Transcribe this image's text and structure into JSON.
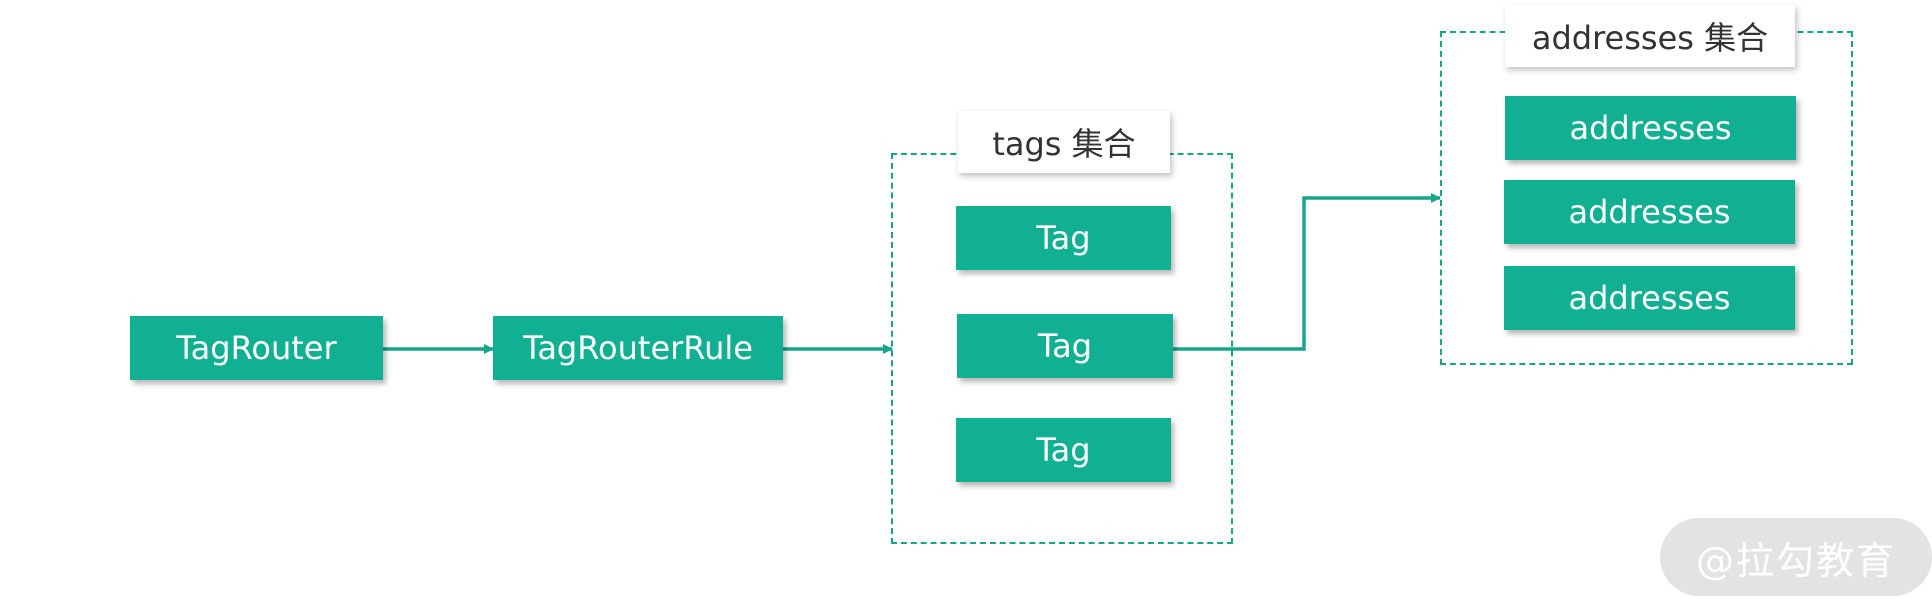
{
  "diagram": {
    "nodes": {
      "tag_router": "TagRouter",
      "tag_router_rule": "TagRouterRule",
      "tags": [
        "Tag",
        "Tag",
        "Tag"
      ],
      "addresses": [
        "addresses",
        "addresses",
        "addresses"
      ]
    },
    "groups": {
      "tags_label": "tags 集合",
      "addresses_label": "addresses 集合"
    },
    "colors": {
      "node_fill": "#11b092",
      "connector": "#17a58a",
      "node_text": "#ffffff",
      "label_text": "#333333"
    }
  },
  "watermark": {
    "text": "@拉勾教育"
  }
}
